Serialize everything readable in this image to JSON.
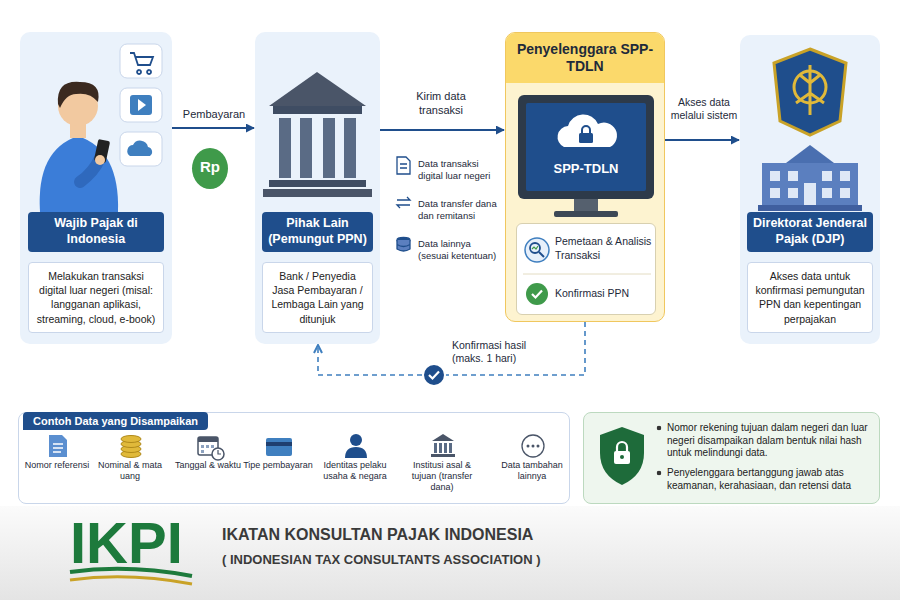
{
  "diagram": {
    "nodes": [
      {
        "text": [
          "Wajib Pajak di Indonesia",
          "Melakukan transaksi digital luar negeri (misal: langganan aplikasi, streaming, cloud, e-book)"
        ]
      },
      {
        "text": [
          "Rp"
        ]
      },
      {
        "text": [
          "Pihak Lain (Pemungut PPN)",
          "Bank / Penyedia Jasa Pembayaran / Lembaga Lain yang ditunjuk"
        ]
      },
      {
        "text": [
          "Penyelenggara SPP-TDLN"
        ]
      },
      {
        "text": [
          "SPP-TDLN"
        ],
        "in": 3
      },
      {
        "text": [
          "Pemetaan & Analisis Transaksi",
          "Konfirmasi PPN"
        ],
        "in": 3
      },
      {
        "text": [
          "Direktorat Jenderal Pajak (DJP)",
          "Akses data untuk konfirmasi pemungutan PPN dan kepentingan perpajakan"
        ]
      },
      {
        "text": [
          "Contoh Data yang Disampaikan"
        ]
      },
      {
        "text": [
          "Nomor rekening tujuan dalam negeri dan luar negeri disampaikan dalam bentuk nilai hash untuk melindungi data.",
          "Penyelenggara bertanggung jawab atas keamanan, kerahasiaan, dan retensi data"
        ]
      },
      {
        "text": [
          "IKPI",
          "IKATAN KONSULTAN PAJAK INDONESIA",
          "( INDONESIAN TAX CONSULTANTS ASSOCIATION )"
        ]
      }
    ],
    "edges": [
      {
        "from": 0,
        "to": 2,
        "label": "Pembayaran",
        "arrow": "to"
      },
      {
        "from": 2,
        "to": 3,
        "label": "Kirim data transaksi",
        "arrow": "to"
      },
      {
        "from": 3,
        "to": 6,
        "label": "Akses data melalui sistem",
        "arrow": "to"
      },
      {
        "from": 3,
        "to": 2,
        "label": "Konfirmasi hasil (maks. 1 hari)",
        "arrow": "to"
      }
    ],
    "labels": [
      "Data transaksi digital luar negeri",
      "Data transfer dana dan remitansi",
      "Data lainnya (sesuai ketentuan)",
      "Nomor referensi",
      "Nominal & mata uang",
      "Tanggal & waktu",
      "Tipe pembayaran",
      "Identitas pelaku usaha & negara",
      "Institusi asal & tujuan (transfer dana)",
      "Data tambahan lainnya"
    ]
  }
}
